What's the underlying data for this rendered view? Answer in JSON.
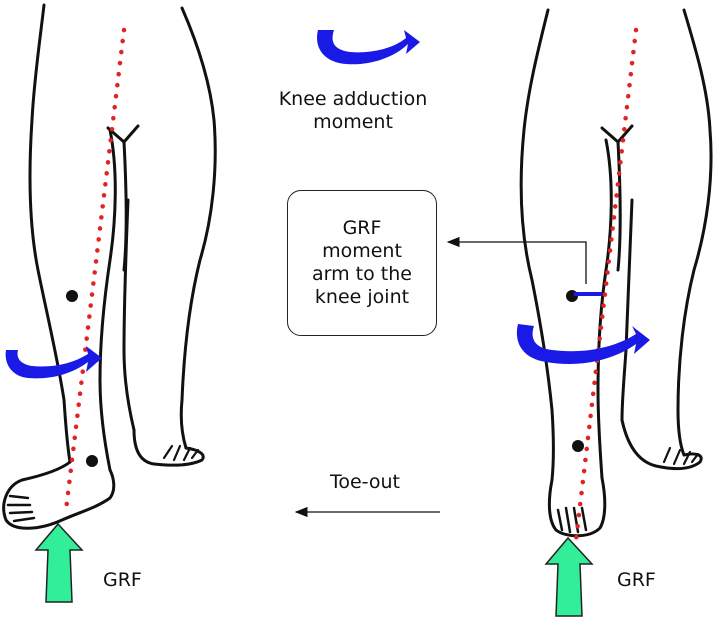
{
  "labels": {
    "adduction_line1": "Knee adduction",
    "adduction_line2": "moment",
    "moment_arm": "GRF\nmoment\narm to the\nknee joint",
    "toe_out": "Toe-out",
    "grf_left": "GRF",
    "grf_right": "GRF"
  },
  "colors": {
    "outline": "#111111",
    "moment_arrow": "#1a1ae6",
    "grf_line": "#e32222",
    "grf_arrow": "#33ee99",
    "grf_arrow_stroke": "#222222"
  },
  "icons": {
    "moment": "curved-rotation-arrow-icon",
    "grf": "upward-arrow-icon",
    "pointer": "left-arrow-icon"
  }
}
